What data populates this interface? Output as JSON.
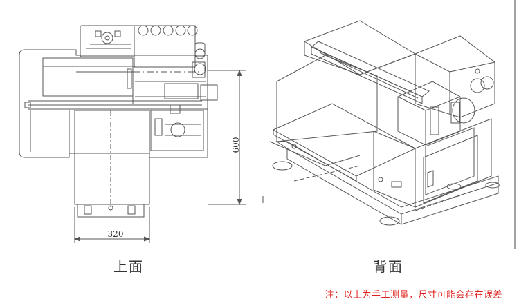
{
  "dimensions": {
    "height_label": "600",
    "width_label": "320"
  },
  "labels": {
    "top_view": "上面",
    "back_view": "背面"
  },
  "note": "注：以上为手工测量，尺寸可能会存在误差",
  "colors": {
    "line": "#555555",
    "note": "#e0201c"
  }
}
